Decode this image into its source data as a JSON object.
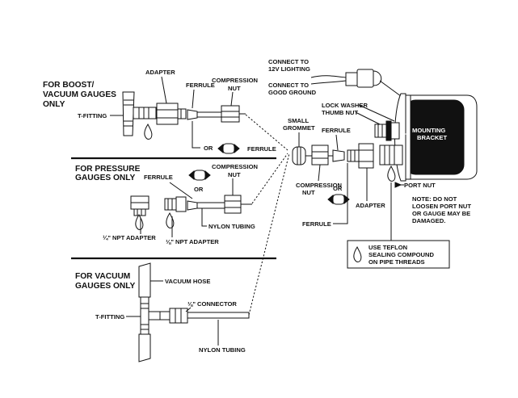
{
  "sections": {
    "boost": {
      "heading_1": "FOR BOOST/",
      "heading_2": "VACUUM GAUGES",
      "heading_3": "ONLY"
    },
    "pressure": {
      "heading_1": "FOR PRESSURE",
      "heading_2": "GAUGES ONLY"
    },
    "vacuum": {
      "heading_1": "FOR VACUUM",
      "heading_2": "GAUGES ONLY"
    }
  },
  "labels": {
    "t_fitting": "T-FITTING",
    "adapter": "ADAPTER",
    "ferrule": "FERRULE",
    "compression_nut_1": "COMPRESSION",
    "compression_nut_2": "NUT",
    "or": "OR",
    "quarter_npt": "¼\" NPT ADAPTER",
    "eighth_npt": "⅛\" NPT ADAPTER",
    "nylon_tubing": "NYLON TUBING",
    "vacuum_hose": "VACUUM HOSE",
    "connector": "⅛\" CONNECTOR",
    "connect_lighting_1": "CONNECT TO",
    "connect_lighting_2": "12V LIGHTING",
    "connect_ground_1": "CONNECT TO",
    "connect_ground_2": "GOOD GROUND",
    "lock_washer": "LOCK WASHER",
    "thumb_nut": "THUMB NUT",
    "small_grommet_1": "SMALL",
    "small_grommet_2": "GROMMET",
    "mounting_1": "MOUNTING",
    "mounting_2": "BRACKET",
    "port_nut": "PORT NUT",
    "note_1": "NOTE:  DO NOT",
    "note_2": "LOOSEN PORT NUT",
    "note_3": "OR GAUGE MAY BE",
    "note_4": "DAMAGED.",
    "teflon_1": "USE TEFLON",
    "teflon_2": "SEALING COMPOUND",
    "teflon_3": "ON PIPE THREADS"
  }
}
